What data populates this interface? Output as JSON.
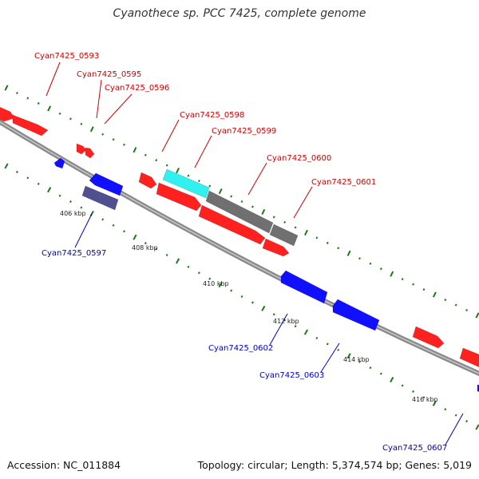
{
  "title": "Cyanothece sp. PCC 7425, complete genome",
  "footer": {
    "accession": "Accession: NC_011884",
    "summary": "Topology: circular; Length: 5,374,574 bp; Genes: 5,019"
  },
  "colors": {
    "forward": "#ff2020",
    "reverse": "#1010ff",
    "highlight": "#30f0f0",
    "gray": "#707070",
    "purple": "#505090",
    "backbone": "#8a8a8a",
    "tick": "#1a7a1a",
    "forward_label": "#cc0000",
    "reverse_label": "#0000bb"
  },
  "ticks": [
    {
      "label": "406 kbp"
    },
    {
      "label": "408 kbp"
    },
    {
      "label": "410 kbp"
    },
    {
      "label": "412 kbp"
    },
    {
      "label": "414 kbp"
    },
    {
      "label": "416 kbp"
    }
  ],
  "gene_labels": [
    {
      "name": "Cyan7425_0593",
      "strand": "forward"
    },
    {
      "name": "Cyan7425_0595",
      "strand": "forward"
    },
    {
      "name": "Cyan7425_0596",
      "strand": "forward"
    },
    {
      "name": "Cyan7425_0598",
      "strand": "forward"
    },
    {
      "name": "Cyan7425_0599",
      "strand": "forward"
    },
    {
      "name": "Cyan7425_0600",
      "strand": "forward"
    },
    {
      "name": "Cyan7425_0601",
      "strand": "forward"
    },
    {
      "name": "Cyan7425_0597",
      "strand": "reverse"
    },
    {
      "name": "Cyan7425_0602",
      "strand": "reverse"
    },
    {
      "name": "Cyan7425_0603",
      "strand": "reverse"
    },
    {
      "name": "Cyan7425_0607",
      "strand": "reverse"
    }
  ]
}
